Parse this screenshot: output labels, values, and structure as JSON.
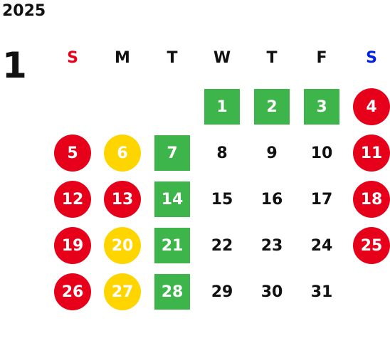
{
  "calendar": {
    "year": "2025",
    "month": "1",
    "weekdays": [
      {
        "label": "S",
        "type": "sun"
      },
      {
        "label": "M",
        "type": "weekday"
      },
      {
        "label": "T",
        "type": "weekday"
      },
      {
        "label": "W",
        "type": "weekday"
      },
      {
        "label": "T",
        "type": "weekday"
      },
      {
        "label": "F",
        "type": "weekday"
      },
      {
        "label": "S",
        "type": "sat"
      }
    ],
    "weeks": [
      [
        null,
        null,
        null,
        {
          "day": "1",
          "style": "green"
        },
        {
          "day": "2",
          "style": "green"
        },
        {
          "day": "3",
          "style": "green"
        },
        {
          "day": "4",
          "style": "red"
        }
      ],
      [
        {
          "day": "5",
          "style": "red"
        },
        {
          "day": "6",
          "style": "yellow"
        },
        {
          "day": "7",
          "style": "green"
        },
        {
          "day": "8",
          "style": "plain"
        },
        {
          "day": "9",
          "style": "plain"
        },
        {
          "day": "10",
          "style": "plain"
        },
        {
          "day": "11",
          "style": "red"
        }
      ],
      [
        {
          "day": "12",
          "style": "red"
        },
        {
          "day": "13",
          "style": "red"
        },
        {
          "day": "14",
          "style": "green"
        },
        {
          "day": "15",
          "style": "plain"
        },
        {
          "day": "16",
          "style": "plain"
        },
        {
          "day": "17",
          "style": "plain"
        },
        {
          "day": "18",
          "style": "red"
        }
      ],
      [
        {
          "day": "19",
          "style": "red"
        },
        {
          "day": "20",
          "style": "yellow"
        },
        {
          "day": "21",
          "style": "green"
        },
        {
          "day": "22",
          "style": "plain"
        },
        {
          "day": "23",
          "style": "plain"
        },
        {
          "day": "24",
          "style": "plain"
        },
        {
          "day": "25",
          "style": "red"
        }
      ],
      [
        {
          "day": "26",
          "style": "red"
        },
        {
          "day": "27",
          "style": "yellow"
        },
        {
          "day": "28",
          "style": "green"
        },
        {
          "day": "29",
          "style": "plain"
        },
        {
          "day": "30",
          "style": "plain"
        },
        {
          "day": "31",
          "style": "plain"
        },
        null
      ]
    ],
    "colors": {
      "green": "#3db54a",
      "red": "#e6001a",
      "yellow": "#ffd500",
      "sunday_label": "#e6001a",
      "saturday_label": "#0020e0",
      "text": "#111111"
    }
  }
}
